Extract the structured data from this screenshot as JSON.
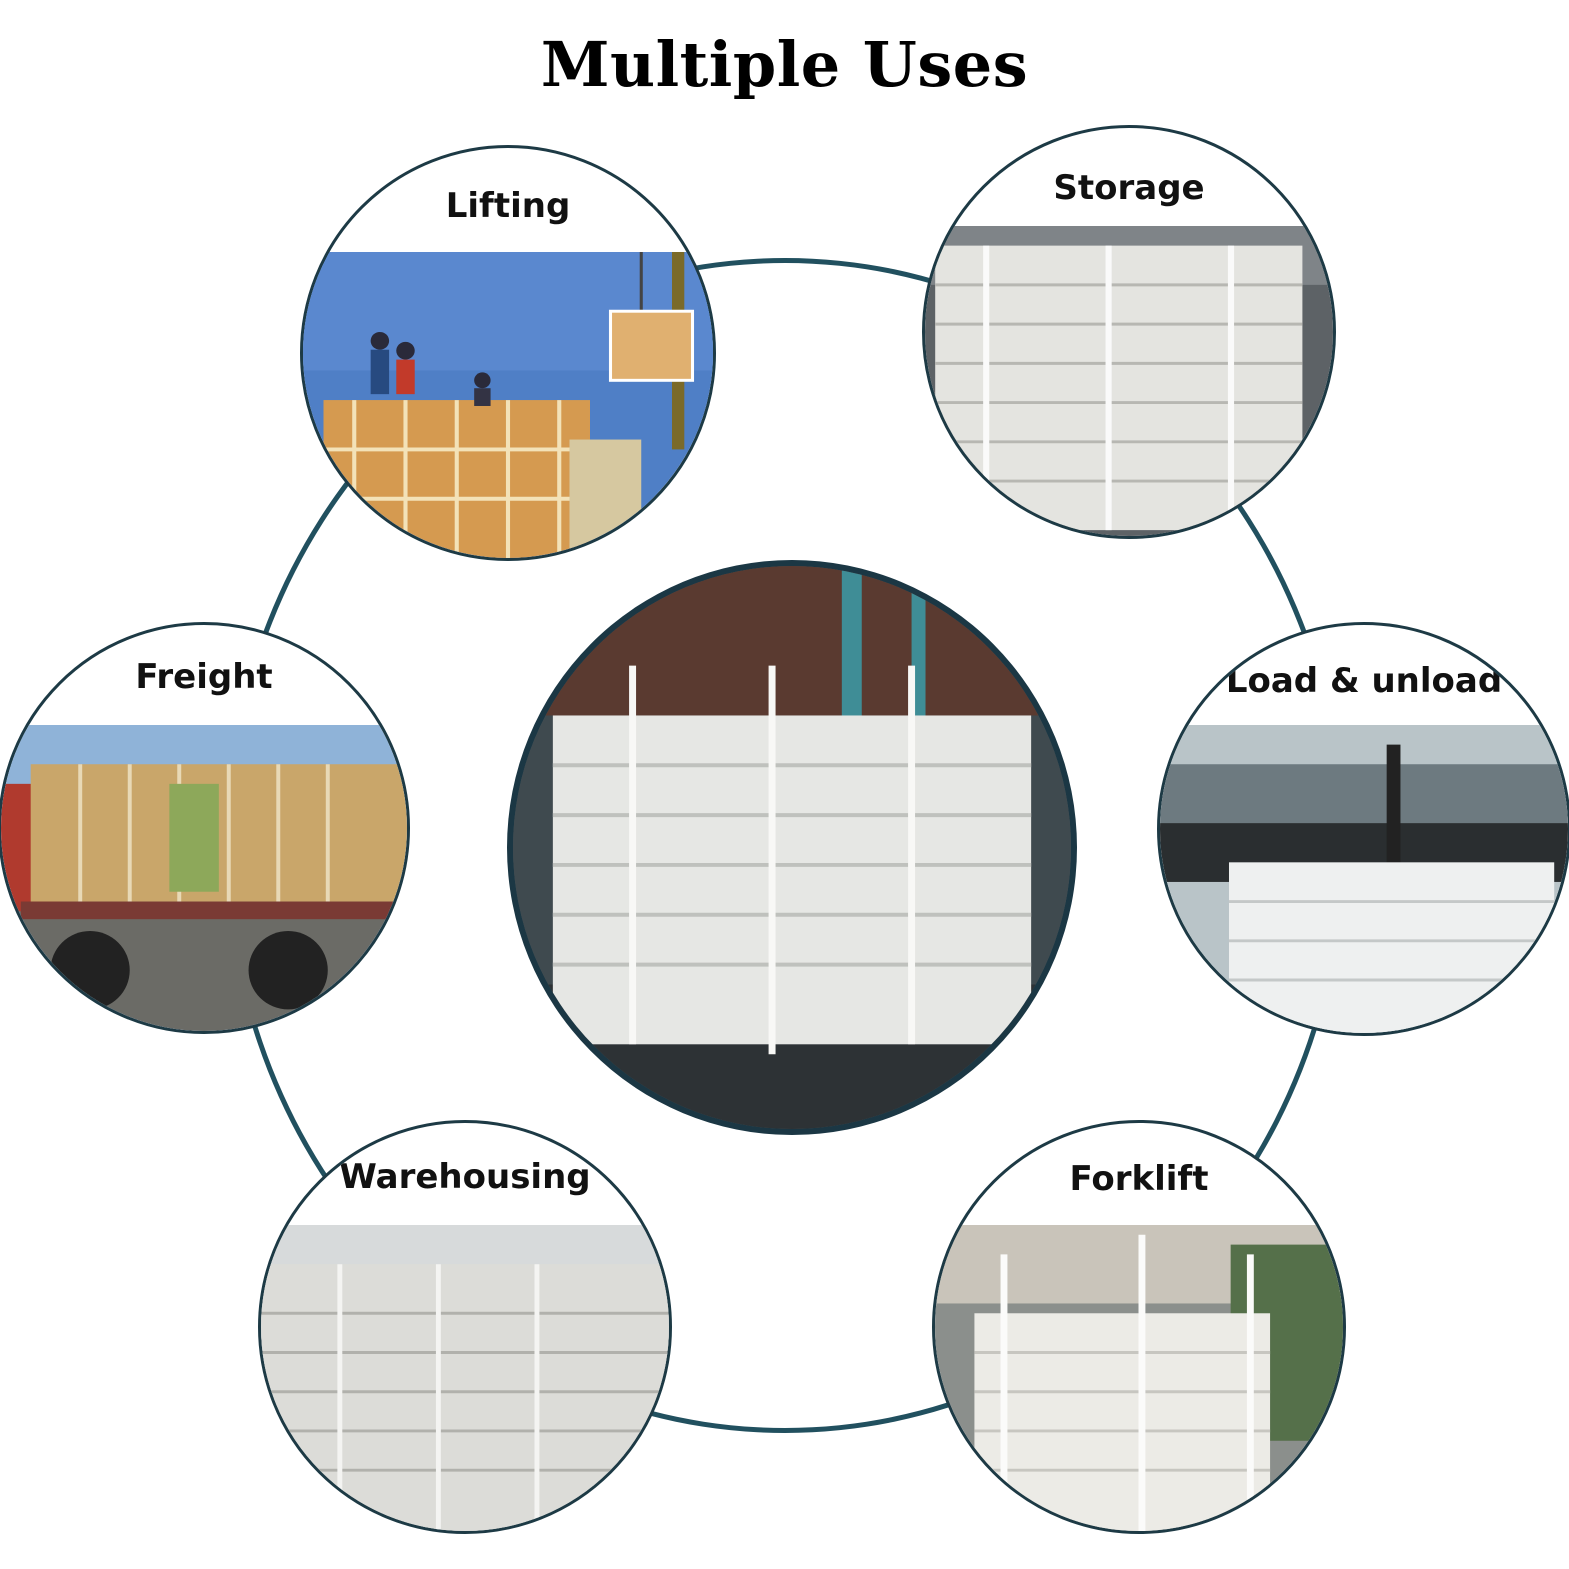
{
  "title": "Multiple Uses",
  "uses": [
    {
      "id": "lifting",
      "label": "Lifting"
    },
    {
      "id": "storage",
      "label": "Storage"
    },
    {
      "id": "freight",
      "label": "Freight"
    },
    {
      "id": "load",
      "label": "Load & unload"
    },
    {
      "id": "warehousing",
      "label": "Warehousing"
    },
    {
      "id": "forklift",
      "label": "Forklift"
    }
  ],
  "colors": {
    "ring": "#21505f",
    "border": "#1d3a45"
  }
}
